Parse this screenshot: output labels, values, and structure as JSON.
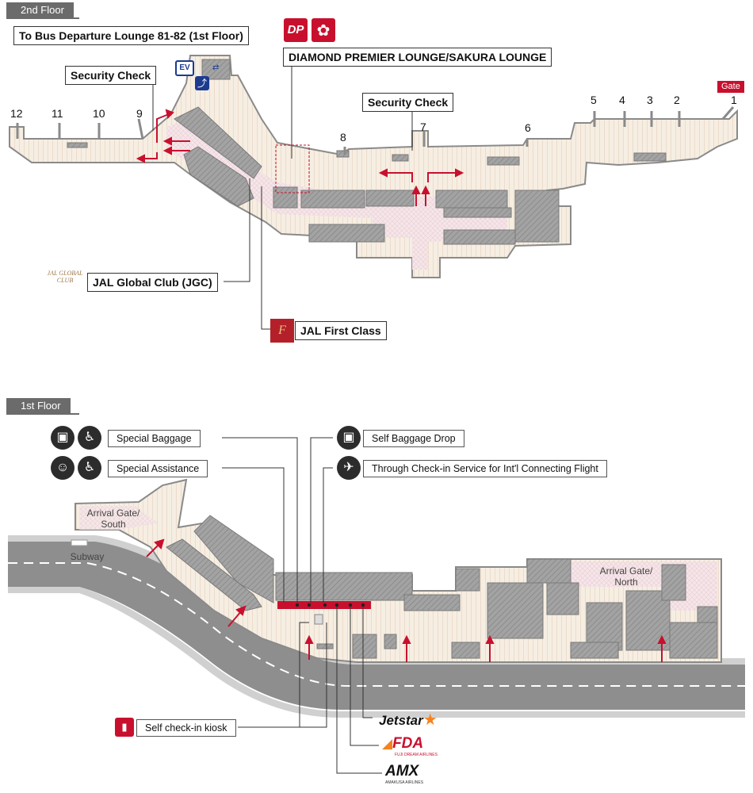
{
  "floors": {
    "second": "2nd Floor",
    "first": "1st Floor"
  },
  "floor2": {
    "bus_lounge_label": "To Bus Departure Lounge 81-82 (1st Floor)",
    "security_check_left": "Security Check",
    "security_check_center": "Security Check",
    "diamond_lounge_label": "DIAMOND PREMIER LOUNGE/SAKURA LOUNGE",
    "jgc_label": "JAL Global Club (JGC)",
    "jgc_logo_text": "JAL GLOBAL CLUB",
    "first_class_label": "JAL First Class",
    "gate_badge": "Gate",
    "ev_label": "EV",
    "gates": [
      "12",
      "11",
      "10",
      "9",
      "8",
      "7",
      "6",
      "5",
      "4",
      "3",
      "2",
      "1"
    ],
    "colors": {
      "accent_red": "#c8102e",
      "walkway": "#f4ece0",
      "restricted": "#f3e3e6",
      "building": "#9a9a9a"
    }
  },
  "floor1": {
    "special_baggage": "Special Baggage",
    "special_assistance": "Special Assistance",
    "self_baggage_drop": "Self Baggage Drop",
    "through_checkin": "Through Check-in Service for Int'l Connecting Flight",
    "self_checkin_kiosk": "Self check-in kiosk",
    "arrival_south": "Arrival Gate/\nSouth",
    "arrival_north": "Arrival Gate/\nNorth",
    "subway": "Subway",
    "airlines": {
      "jetstar": "Jetstar",
      "fda": "FDA",
      "fda_sub": "FUJI DREAM AIRLINES",
      "amx": "AMX",
      "amx_sub": "AMAKUSA AIRLINES"
    },
    "icons": [
      "baggage-icon",
      "stroller-icon",
      "assistance-icon",
      "wheelchair-icon",
      "self-baggage-icon",
      "through-checkin-icon",
      "kiosk-icon"
    ]
  }
}
